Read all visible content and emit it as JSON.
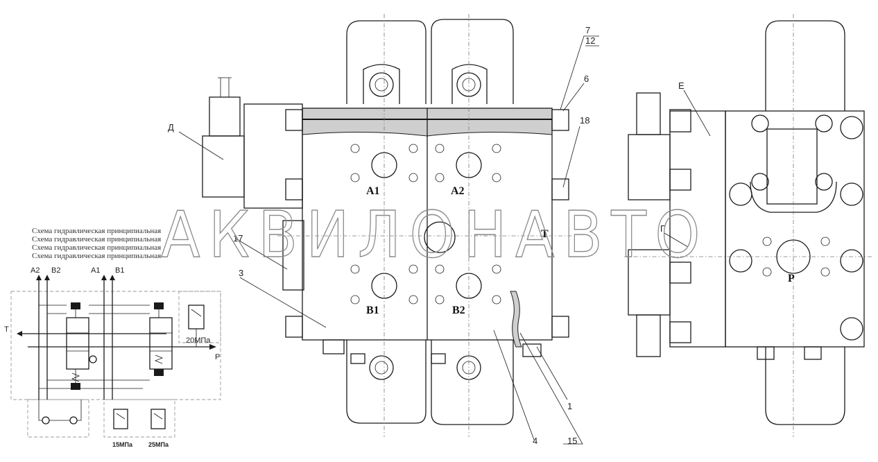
{
  "watermark": "АКВИЛОНАВТО",
  "caption_lines": [
    "Схема гидравлическая принципиальная",
    "Схема гидравлическая принципиальная",
    "Схема гидравлическая принципиальная",
    "Схема гидравлическая принципиальная"
  ],
  "front_view": {
    "ports": {
      "a1": "A1",
      "a2": "A2",
      "b1": "B1",
      "b2": "B2",
      "t": "T"
    },
    "callouts": {
      "c7": "7",
      "c12": "12",
      "c6": "6",
      "c18": "18",
      "c17": "17",
      "c3": "3",
      "c1": "1",
      "c4": "4",
      "c15": "15",
      "cD": "Д"
    }
  },
  "side_view": {
    "callouts": {
      "cE": "Е",
      "cG": "Г"
    },
    "ports": {
      "p": "P"
    }
  },
  "schematic": {
    "ports": {
      "a2": "A2",
      "b2": "B2",
      "a1": "A1",
      "b1": "B1",
      "t": "T",
      "p": "P"
    },
    "relief_main": "20МПа",
    "relief_1": "15МПа",
    "relief_2": "25МПа"
  }
}
